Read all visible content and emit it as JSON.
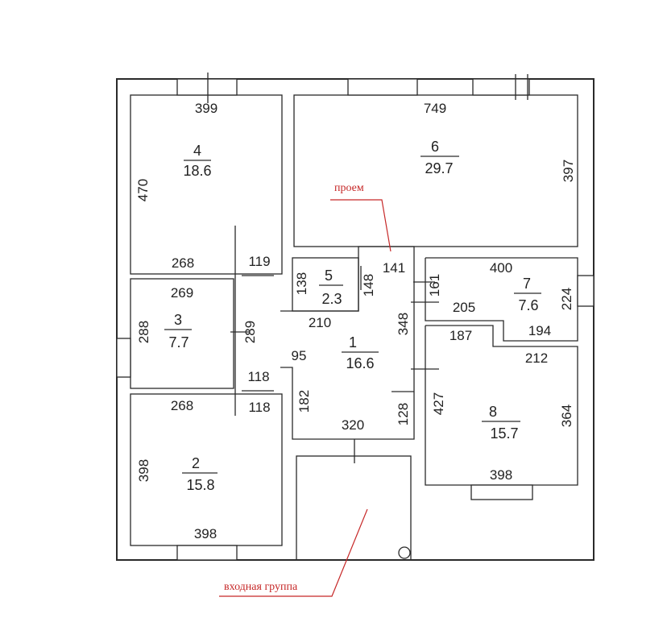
{
  "rooms": [
    {
      "num": "4",
      "area": "18.6"
    },
    {
      "num": "6",
      "area": "29.7"
    },
    {
      "num": "5",
      "area": "2.3"
    },
    {
      "num": "7",
      "area": "7.6"
    },
    {
      "num": "3",
      "area": "7.7"
    },
    {
      "num": "1",
      "area": "16.6"
    },
    {
      "num": "2",
      "area": "15.8"
    },
    {
      "num": "8",
      "area": "15.7"
    }
  ],
  "dims": {
    "r4_top": "399",
    "r4_left": "470",
    "r4_bottom": "268",
    "r4_door": "119",
    "r6_top": "749",
    "r6_right": "397",
    "r5_left": "138",
    "r5_right": "148",
    "r5_door": "141",
    "r7_top": "400",
    "r7_left": "161",
    "r7_mid": "205",
    "r7_bottom": "194",
    "r7_right": "224",
    "r3_top": "269",
    "r3_left": "288",
    "r3_right": "289",
    "r3_bottom": "118",
    "hall_top": "210",
    "hall_left": "95",
    "hall_right": "348",
    "hall_lower_left": "182",
    "hall_lower_right": "128",
    "hall_bottom": "320",
    "r2_top_door": "118",
    "r2_top": "268",
    "r2_left": "398",
    "r2_bottom": "398",
    "r8_top_left": "187",
    "r8_top_right": "212",
    "r8_left": "427",
    "r8_right": "364",
    "r8_bottom": "398"
  },
  "labels": {
    "opening": "проем",
    "entrance": "входная группа"
  }
}
